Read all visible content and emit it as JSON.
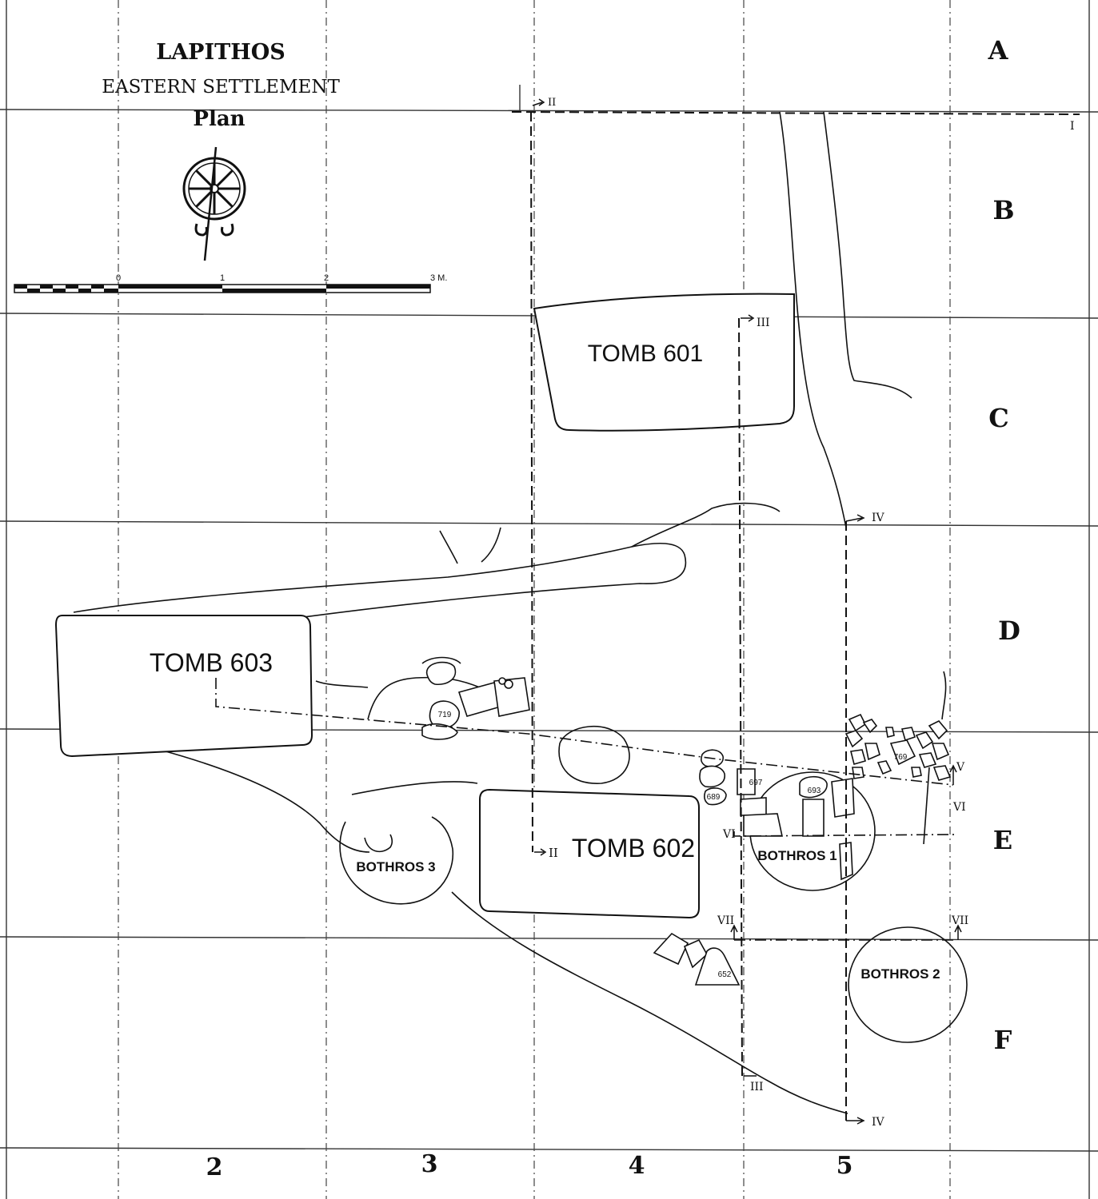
{
  "title": {
    "line1": "LAPITHOS",
    "line2": "EASTERN SETTLEMENT",
    "line3": "Plan"
  },
  "scale_bar": {
    "ticks": [
      "0",
      "1",
      "2",
      "3 M."
    ]
  },
  "row_labels": [
    "A",
    "B",
    "C",
    "D",
    "E",
    "F"
  ],
  "column_labels": [
    "2",
    "3",
    "4",
    "5"
  ],
  "features": {
    "tomb_601": "TOMB 601",
    "tomb_602": "TOMB 602",
    "tomb_603": "TOMB 603",
    "bothros_1": "BOTHROS 1",
    "bothros_2": "BOTHROS 2",
    "bothros_3": "BOTHROS 3"
  },
  "section_markers": {
    "I": "I",
    "II_top": "II",
    "II_bottom": "II",
    "III_top": "III",
    "III_bottom": "III",
    "IV_top": "IV",
    "IV_bottom": "IV",
    "V": "V",
    "VI_left": "VI",
    "VI_right": "VI",
    "VII_left": "VII",
    "VII_right": "VII"
  },
  "find_numbers": {
    "n719": "719",
    "n769": "769",
    "n697": "697",
    "n693": "693",
    "n689": "689",
    "n652": "652"
  }
}
